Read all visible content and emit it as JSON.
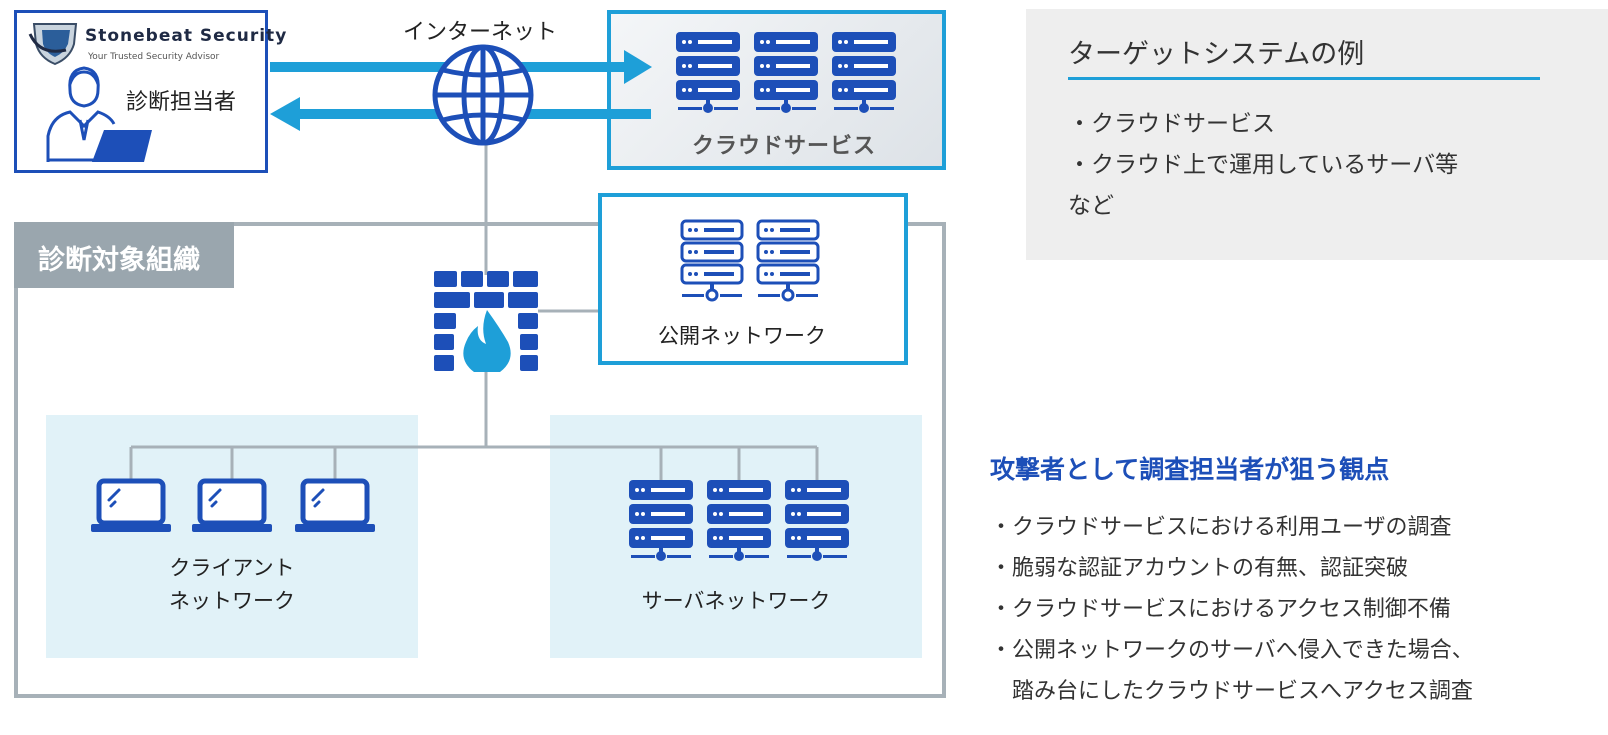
{
  "tester": {
    "brand_name": "Stonebeat Security",
    "brand_tagline": "Your Trusted Security Advisor",
    "label": "診断担当者"
  },
  "internet": {
    "label": "インターネット"
  },
  "cloud": {
    "label": "クラウドサービス"
  },
  "organization": {
    "title": "診断対象組織"
  },
  "public_network": {
    "label": "公開ネットワーク"
  },
  "client_network": {
    "label_line1": "クライアント",
    "label_line2": "ネットワーク"
  },
  "server_network": {
    "label": "サーバネットワーク"
  },
  "target_systems": {
    "title": "ターゲットシステムの例",
    "items": [
      "・クラウドサービス",
      "・クラウド上で運用しているサーバ等",
      "など"
    ]
  },
  "attacker_perspective": {
    "title": "攻撃者として調査担当者が狙う観点",
    "items": [
      "・クラウドサービスにおける利用ユーザの調査",
      "・脆弱な認証アカウントの有無、認証突破",
      "・クラウドサービスにおけるアクセス制御不備",
      "・公開ネットワークのサーバへ侵入できた場合、",
      "　踏み台にしたクラウドサービスへアクセス調査"
    ]
  },
  "colors": {
    "accent_blue": "#1e9fd8",
    "icon_navy": "#1d4fb8",
    "frame_gray": "#a7b1b8",
    "area_fill": "#e1f2f8",
    "panel_gray": "#eeeeee"
  },
  "icons": {
    "logo": "shield-logo-icon",
    "tester": "person-with-laptop-icon",
    "internet": "globe-icon",
    "cloud_servers": "server-rack-icon",
    "firewall": "firewall-icon",
    "clients": "laptop-icon",
    "servers": "server-rack-icon"
  }
}
